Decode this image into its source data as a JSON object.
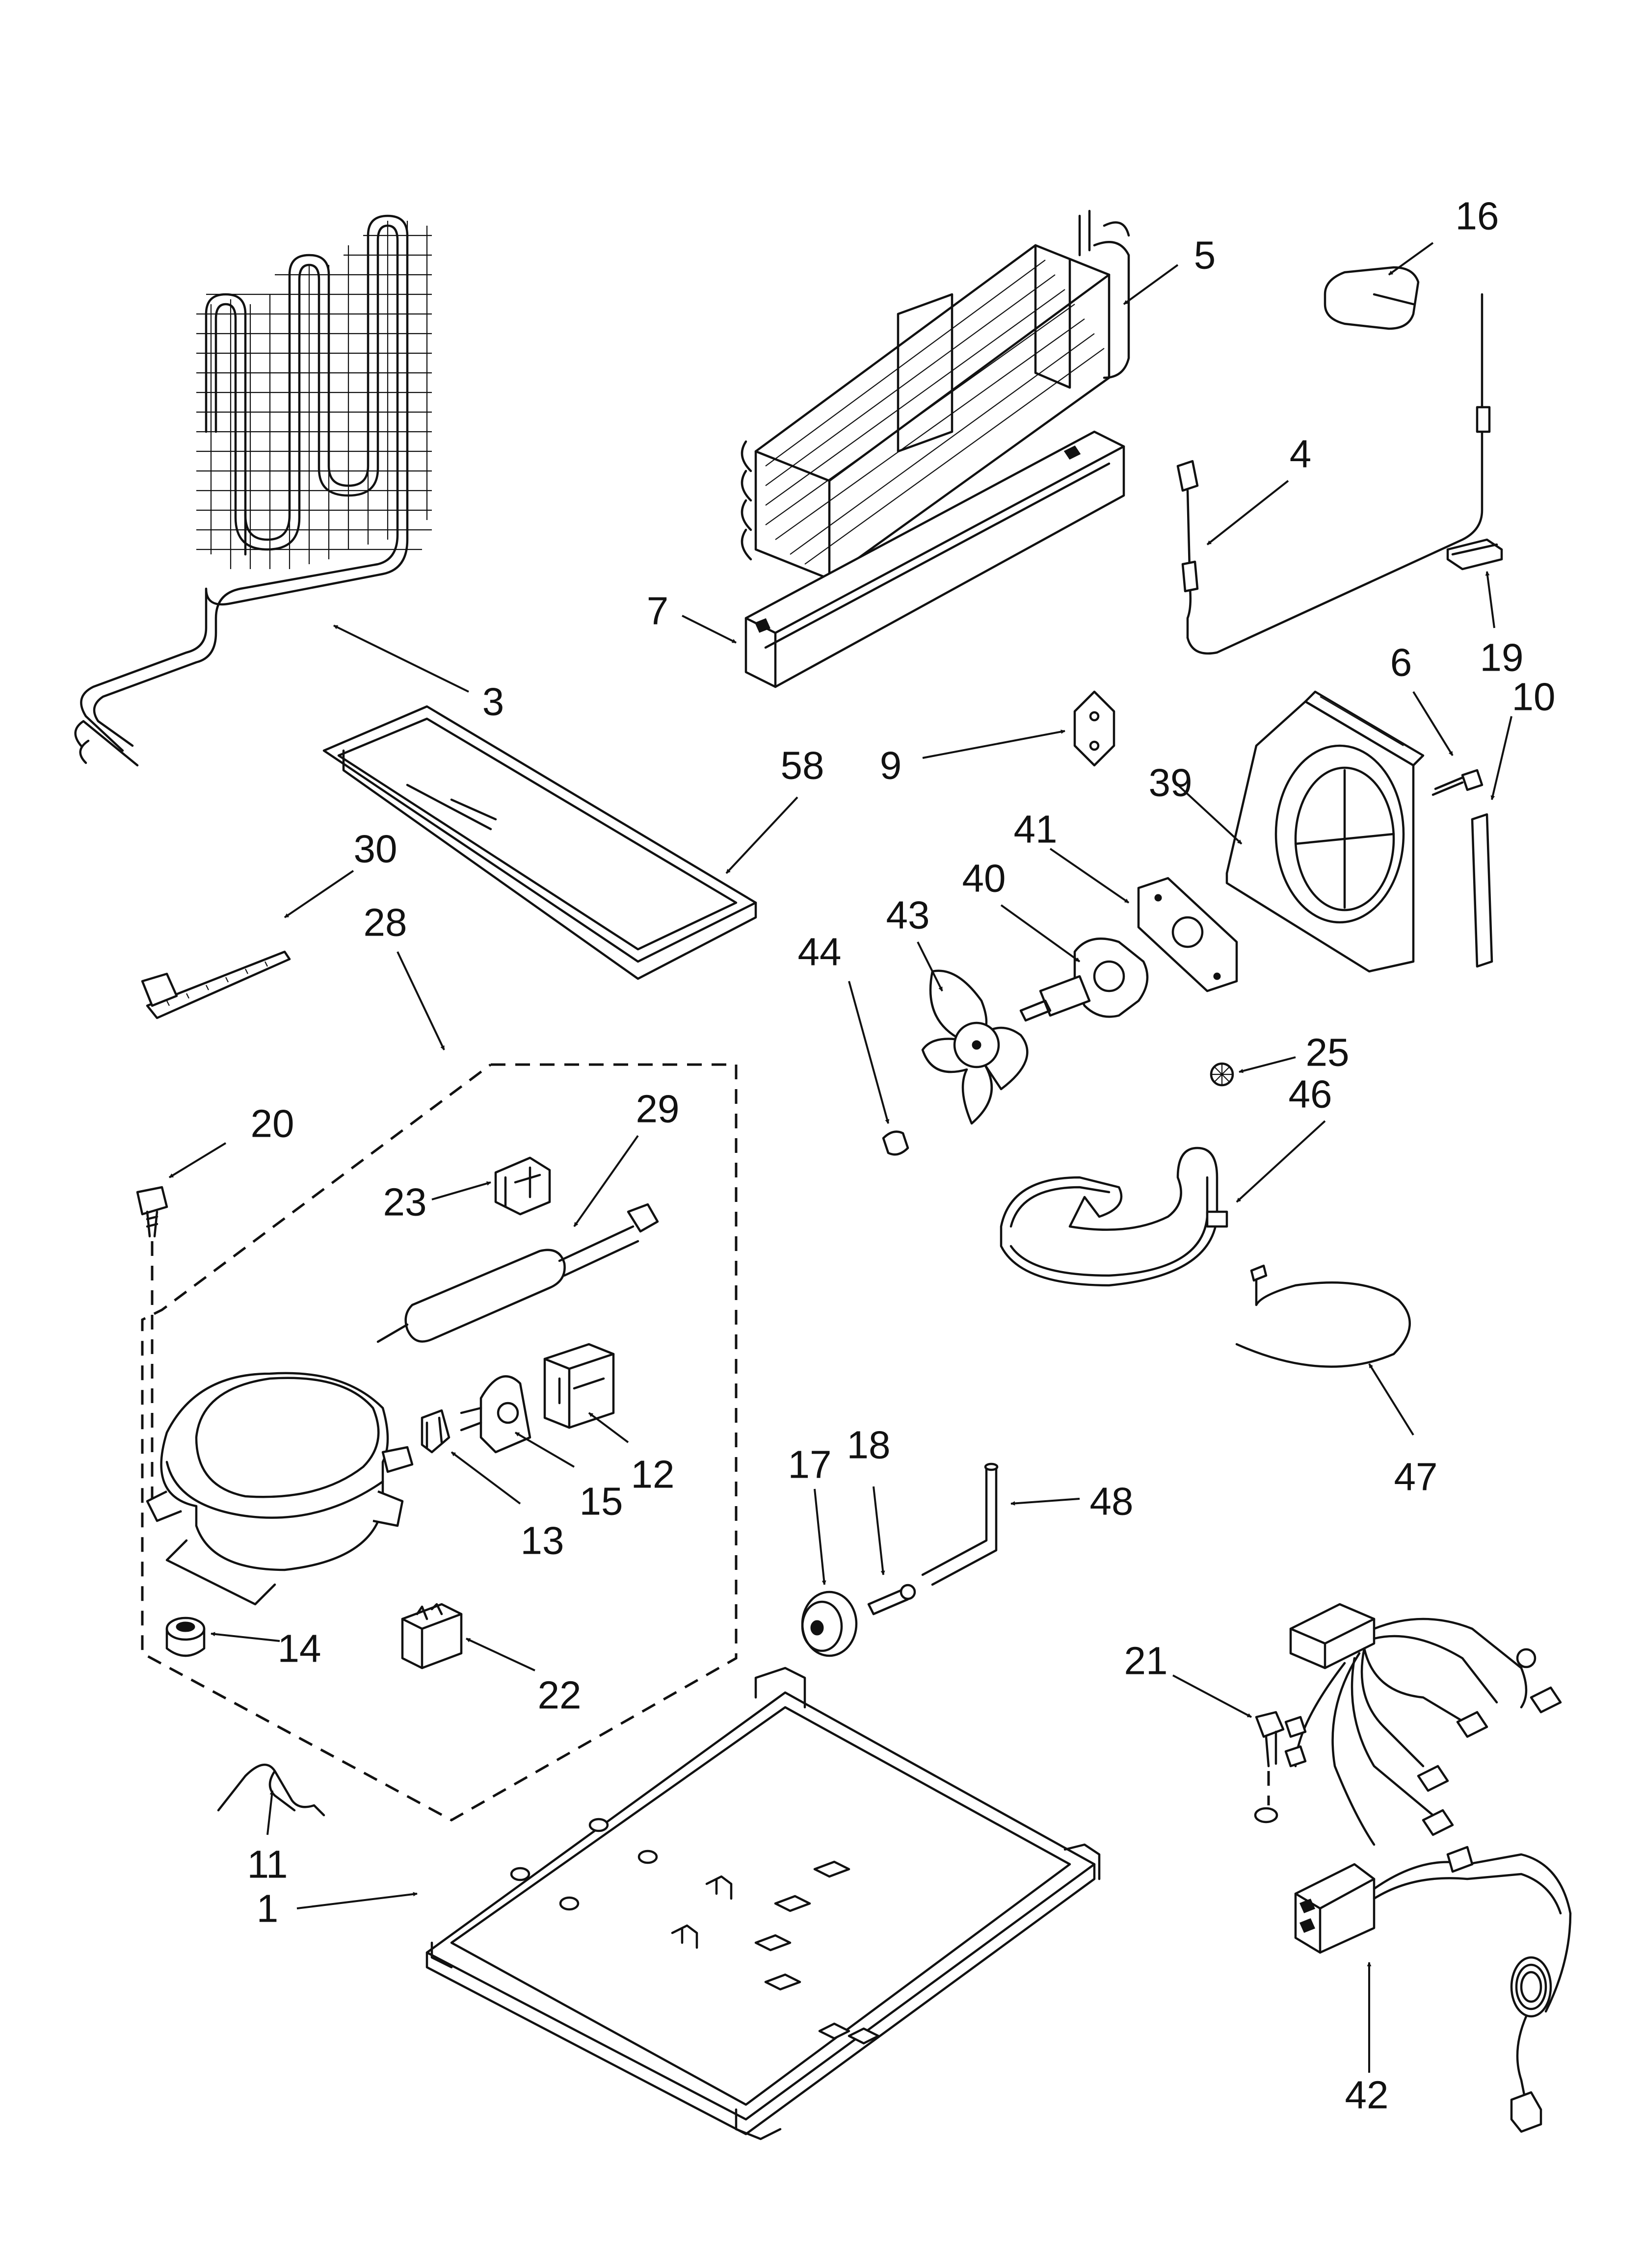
{
  "diagram": {
    "callouts": [
      {
        "id": "1",
        "label": "1"
      },
      {
        "id": "3",
        "label": "3"
      },
      {
        "id": "4",
        "label": "4"
      },
      {
        "id": "5",
        "label": "5"
      },
      {
        "id": "6",
        "label": "6"
      },
      {
        "id": "7",
        "label": "7"
      },
      {
        "id": "9",
        "label": "9"
      },
      {
        "id": "10",
        "label": "10"
      },
      {
        "id": "11",
        "label": "11"
      },
      {
        "id": "12",
        "label": "12"
      },
      {
        "id": "13",
        "label": "13"
      },
      {
        "id": "14",
        "label": "14"
      },
      {
        "id": "15",
        "label": "15"
      },
      {
        "id": "16",
        "label": "16"
      },
      {
        "id": "17",
        "label": "17"
      },
      {
        "id": "18",
        "label": "18"
      },
      {
        "id": "19",
        "label": "19"
      },
      {
        "id": "20",
        "label": "20"
      },
      {
        "id": "21",
        "label": "21"
      },
      {
        "id": "22",
        "label": "22"
      },
      {
        "id": "23",
        "label": "23"
      },
      {
        "id": "25",
        "label": "25"
      },
      {
        "id": "28",
        "label": "28"
      },
      {
        "id": "29",
        "label": "29"
      },
      {
        "id": "30",
        "label": "30"
      },
      {
        "id": "39",
        "label": "39"
      },
      {
        "id": "40",
        "label": "40"
      },
      {
        "id": "41",
        "label": "41"
      },
      {
        "id": "42",
        "label": "42"
      },
      {
        "id": "43",
        "label": "43"
      },
      {
        "id": "44",
        "label": "44"
      },
      {
        "id": "46",
        "label": "46"
      },
      {
        "id": "47",
        "label": "47"
      },
      {
        "id": "48",
        "label": "48"
      },
      {
        "id": "58",
        "label": "58"
      }
    ]
  }
}
